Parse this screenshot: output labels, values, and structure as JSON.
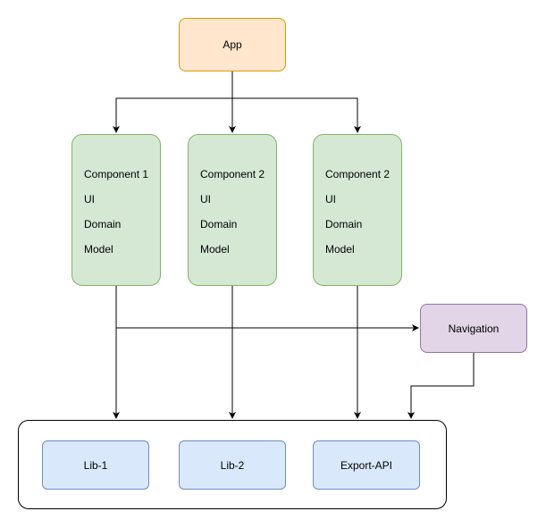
{
  "app": {
    "label": "App"
  },
  "components": [
    {
      "lines": [
        "Component 1",
        "UI",
        "Domain",
        "Model"
      ]
    },
    {
      "lines": [
        "Component 2",
        "UI",
        "Domain",
        "Model"
      ]
    },
    {
      "lines": [
        "Component 2",
        "UI",
        "Domain",
        "Model"
      ]
    }
  ],
  "navigation": {
    "label": "Navigation"
  },
  "libs": [
    {
      "label": "Lib-1"
    },
    {
      "label": "Lib-2"
    },
    {
      "label": "Export-API"
    }
  ],
  "colors": {
    "app_fill": "#ffe6cc",
    "app_stroke": "#d79b00",
    "component_fill": "#d5e8d4",
    "component_stroke": "#82b366",
    "navigation_fill": "#e1d5e7",
    "navigation_stroke": "#9673a6",
    "lib_fill": "#dae8fc",
    "lib_stroke": "#6c8ebf",
    "edge": "#000000"
  }
}
